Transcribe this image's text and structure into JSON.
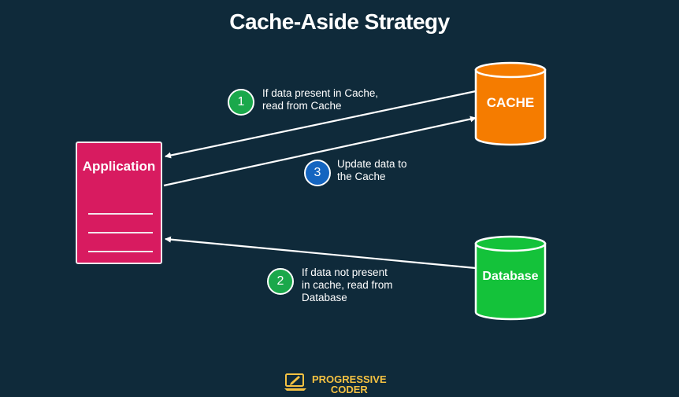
{
  "title": "Cache-Aside Strategy",
  "nodes": {
    "application": "Application",
    "cache": "CACHE",
    "database": "Database"
  },
  "steps": [
    {
      "number": "1",
      "lines": [
        "If data present in Cache,",
        "read from Cache"
      ],
      "color": "#1aa84b"
    },
    {
      "number": "2",
      "lines": [
        "If data not present",
        "in cache, read from",
        "Database"
      ],
      "color": "#1aa84b"
    },
    {
      "number": "3",
      "lines": [
        "Update data to",
        "the Cache"
      ],
      "color": "#1565c0"
    }
  ],
  "brand": {
    "line1": "PROGRESSIVE",
    "line2": "CODER",
    "icon": "laptop-pencil-icon",
    "color": "#f5c242"
  },
  "colors": {
    "background": "#0f2a3a",
    "application": "#d81b60",
    "cache": "#f57c00",
    "database": "#14c23a",
    "arrow": "#ffffff"
  }
}
